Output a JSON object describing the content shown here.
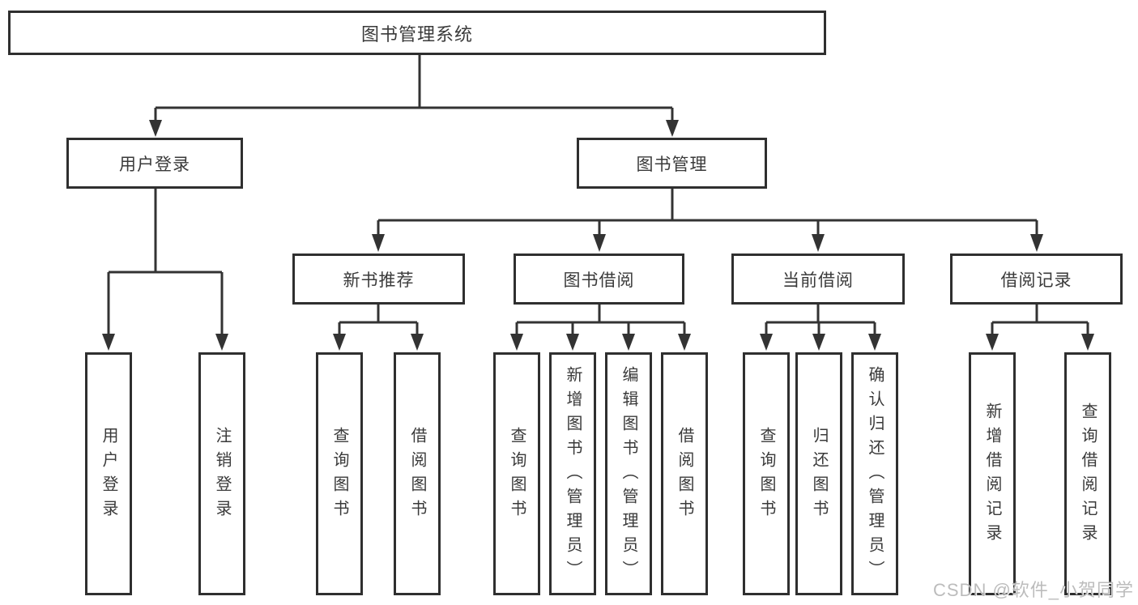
{
  "diagram": {
    "root": {
      "label": "图书管理系统"
    },
    "level2": [
      {
        "label": "用户登录"
      },
      {
        "label": "图书管理"
      }
    ],
    "level3": [
      {
        "label": "新书推荐"
      },
      {
        "label": "图书借阅"
      },
      {
        "label": "当前借阅"
      },
      {
        "label": "借阅记录"
      }
    ],
    "leaves": {
      "user_login": [
        "用户登录",
        "注销登录"
      ],
      "new_book": [
        "查询图书",
        "借阅图书"
      ],
      "borrow": [
        "查询图书",
        "新增图书（管理员）",
        "编辑图书（管理员）",
        "借阅图书"
      ],
      "current": [
        "查询图书",
        "归还图书",
        "确认归还（管理员）"
      ],
      "records": [
        "新增借阅记录",
        "查询借阅记录"
      ]
    }
  },
  "watermark": {
    "text": "CSDN @软件_小贺同学"
  },
  "colors": {
    "line": "#333333",
    "border": "#2f2f2f",
    "text": "#3a3a3a",
    "watermark": "#b9b9b9",
    "background": "#ffffff"
  }
}
